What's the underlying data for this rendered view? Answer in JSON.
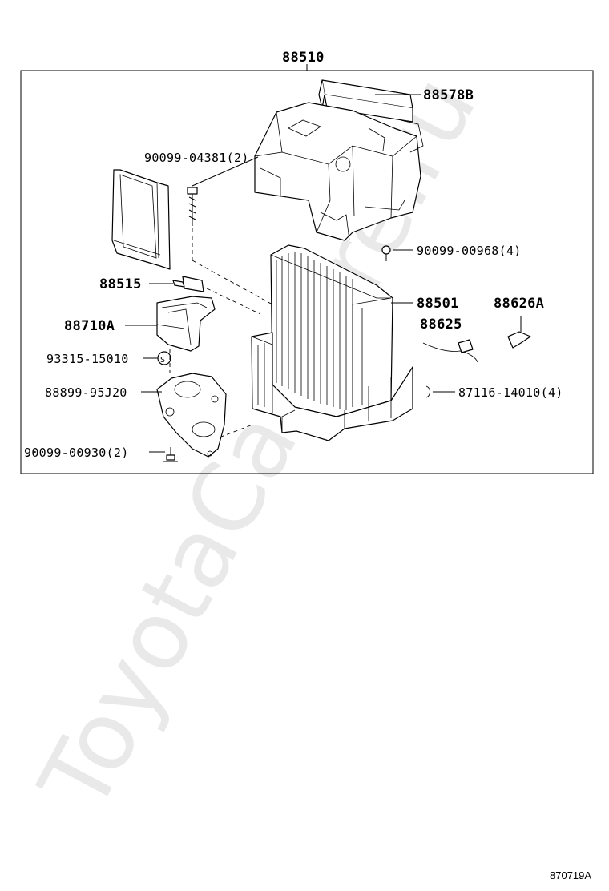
{
  "watermark": "ToyotaCarWire.ru",
  "diagram_code": "870719A",
  "labels": {
    "assembly": "88510",
    "duct": "88578B",
    "bolt_upper": "90099-04381(2)",
    "screw_upper": "90099-00968(4)",
    "resistor": "88515",
    "evaporator": "88501",
    "thermistor_clamp": "88626A",
    "thermistor": "88625",
    "tube": "88710A",
    "oring": "93315-15010",
    "valve": "88899-95J20",
    "clip": "87116-14010(4)",
    "bolt_lower": "90099-00930(2)"
  },
  "colors": {
    "line": "#000000",
    "watermark": "#e9e9e9",
    "background": "#ffffff"
  }
}
